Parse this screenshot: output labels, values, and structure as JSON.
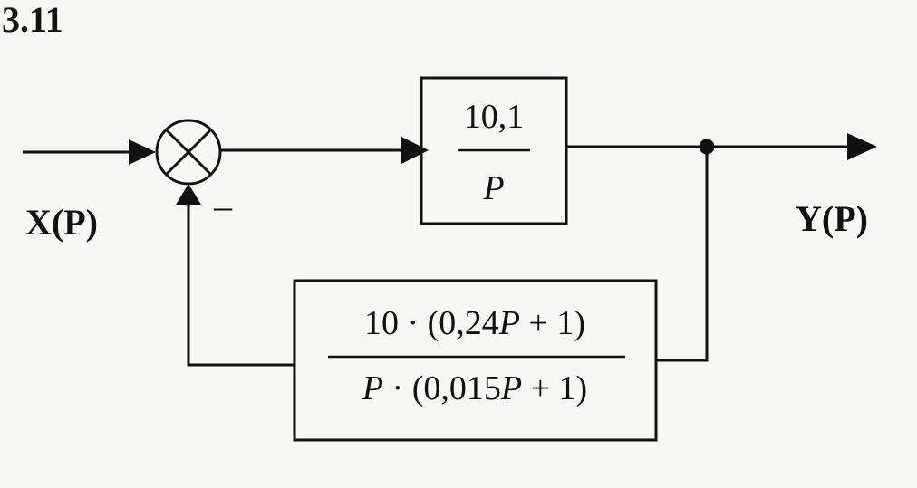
{
  "figure_number": "3.11",
  "signals": {
    "input": "X(P)",
    "output": "Y(P)"
  },
  "summing_junction": {
    "feedback_sign": "–"
  },
  "forward_block": {
    "numerator": "10,1",
    "denominator": "P"
  },
  "feedback_block": {
    "numerator": {
      "lead": "10 · (0,24",
      "var": "P",
      "tail": " + 1)"
    },
    "denominator": {
      "var_lead": "P",
      "mid": " · (0,015",
      "var": "P",
      "tail": " + 1)"
    }
  },
  "colors": {
    "line": "#111111",
    "background": "#f7f7f5"
  }
}
